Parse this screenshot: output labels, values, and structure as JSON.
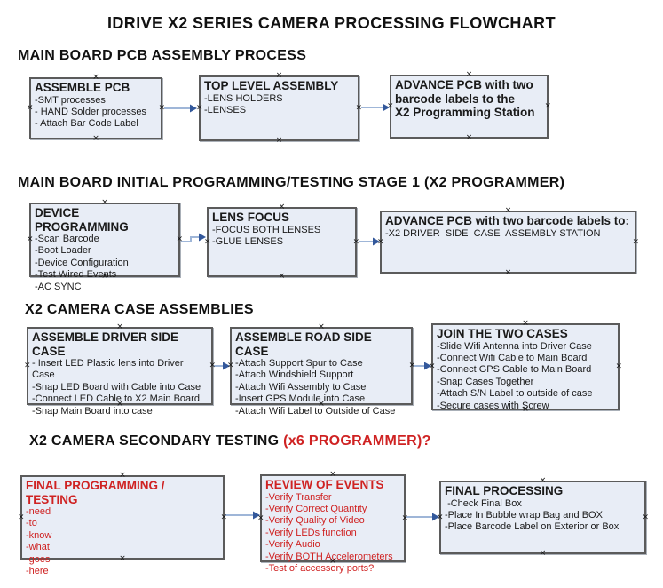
{
  "page_title": "IDRIVE X2  SERIES CAMERA PROCESSING FLOWCHART",
  "colors": {
    "box_fill": "#e8edf6",
    "box_border": "#5b5b5b",
    "arrow_line": "#9fb6d8",
    "arrow_head": "#33589b",
    "red_text": "#cf2222",
    "text": "#1a1a1a"
  },
  "icons": {
    "connection_anchor": "×"
  },
  "sections": [
    {
      "heading": "MAIN BOARD PCB ASSEMBLY PROCESS",
      "boxes": [
        {
          "id": "assemble-pcb",
          "title": "ASSEMBLE PCB",
          "items": [
            "-SMT processes",
            "- HAND Solder processes",
            "- Attach Bar Code Label"
          ]
        },
        {
          "id": "top-level-assembly",
          "title": "TOP LEVEL ASSEMBLY",
          "items": [
            "-LENS HOLDERS",
            "-LENSES"
          ]
        },
        {
          "id": "advance-pcb-to-programming",
          "title": "ADVANCE PCB with two\nbarcode labels to the\n X2 Programming Station",
          "items": []
        }
      ]
    },
    {
      "heading": "MAIN BOARD INITIAL PROGRAMMING/TESTING STAGE 1 (X2 PROGRAMMER)",
      "boxes": [
        {
          "id": "device-programming",
          "title": "DEVICE PROGRAMMING",
          "items": [
            "-Scan Barcode",
            "-Boot Loader",
            "-Device Configuration",
            "-Test Wired Events",
            "-AC SYNC"
          ]
        },
        {
          "id": "lens-focus",
          "title": "LENS FOCUS",
          "items": [
            "-FOCUS BOTH LENSES",
            "-GLUE LENSES"
          ]
        },
        {
          "id": "advance-pcb-to-case-assembly",
          "title": "ADVANCE PCB with two barcode labels to:",
          "items": [
            "-X2 DRIVER  SIDE  CASE  ASSEMBLY STATION"
          ]
        }
      ]
    },
    {
      "heading": "X2 CAMERA CASE ASSEMBLIES",
      "boxes": [
        {
          "id": "assemble-driver-side-case",
          "title": "ASSEMBLE DRIVER SIDE CASE",
          "items": [
            "- Insert LED Plastic lens into Driver Case",
            "-Snap LED Board with Cable into Case",
            "-Connect LED Cable to X2 Main Board",
            "-Snap Main Board into case"
          ]
        },
        {
          "id": "assemble-road-side-case",
          "title": "ASSEMBLE ROAD SIDE CASE",
          "items": [
            "-Attach Support Spur to Case",
            "-Attach Windshield Support",
            "-Attach Wifi Assembly to Case",
            "-Insert GPS Module into Case",
            "-Attach Wifi Label to Outside of Case"
          ]
        },
        {
          "id": "join-the-two-cases",
          "title": "JOIN THE TWO CASES",
          "items": [
            "-Slide Wifi Antenna into Driver Case",
            "-Connect Wifi Cable to Main Board",
            "-Connect GPS Cable to Main Board",
            "-Snap Cases Together",
            "-Attach S/N Label to outside of case",
            "-Secure cases with Screw"
          ]
        }
      ]
    },
    {
      "heading": "X2 CAMERA SECONDARY TESTING ",
      "heading_red": " (x6 PROGRAMMER)?",
      "boxes": [
        {
          "id": "final-programming-testing",
          "title": "FINAL PROGRAMMING / TESTING",
          "red": true,
          "items": [
            "-need",
            "-to",
            "-know",
            "-what",
            "-goes",
            "-here"
          ]
        },
        {
          "id": "review-of-events",
          "title": "REVIEW OF EVENTS",
          "red": true,
          "items": [
            "-Verify Transfer",
            "-Verify Correct Quantity",
            "-Verify Quality of Video",
            "-Verify LEDs function",
            "-Verify Audio",
            "-Verify BOTH Accelerometers",
            "-Test of accessory ports?"
          ]
        },
        {
          "id": "final-processing",
          "title": "FINAL PROCESSING",
          "items": [
            " -Check Final Box",
            "-Place In Bubble wrap Bag and BOX",
            "-Place Barcode Label on Exterior or Box"
          ]
        }
      ]
    }
  ]
}
